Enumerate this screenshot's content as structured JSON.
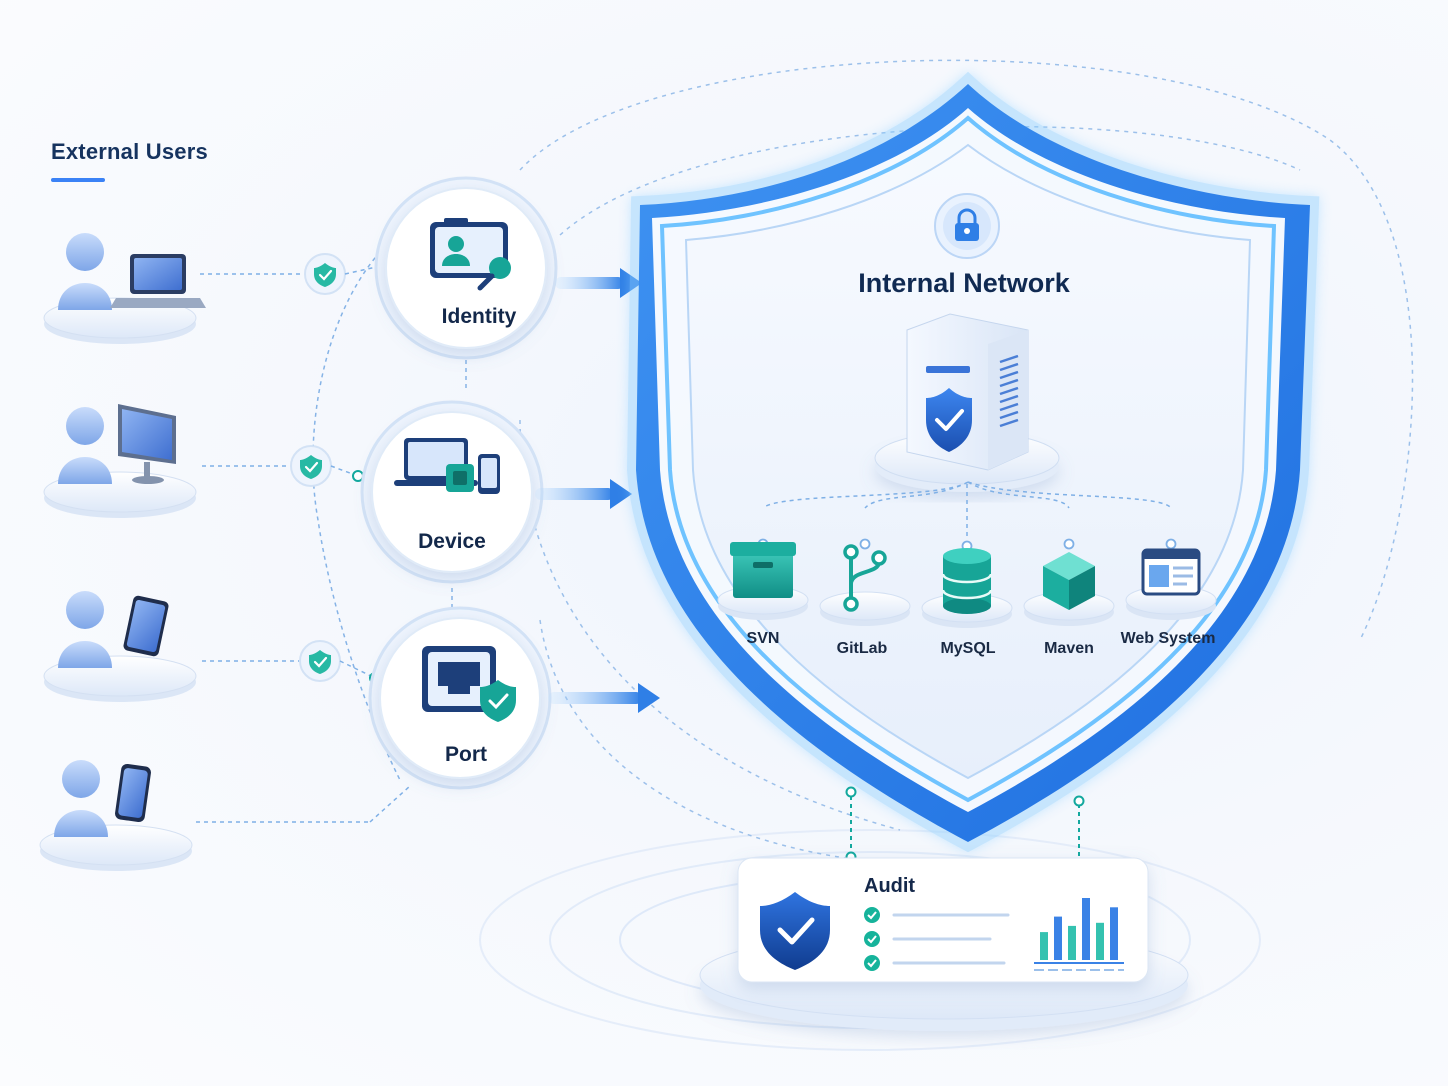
{
  "heading": "External Users",
  "external_users": [
    {
      "device": "laptop-icon"
    },
    {
      "device": "monitor-icon"
    },
    {
      "device": "tablet-icon"
    },
    {
      "device": "phone-icon"
    }
  ],
  "checks": [
    {
      "label": "Identity",
      "icon": "id-card-key-icon"
    },
    {
      "label": "Device",
      "icon": "devices-chip-icon"
    },
    {
      "label": "Port",
      "icon": "ethernet-port-check-icon"
    }
  ],
  "internal": {
    "title": "Internal Network",
    "lock_icon": "lock-icon",
    "server_icon": "server-shield-icon",
    "services": [
      {
        "label": "SVN",
        "icon": "box-icon"
      },
      {
        "label": "GitLab",
        "icon": "git-branch-icon"
      },
      {
        "label": "MySQL",
        "icon": "database-icon"
      },
      {
        "label": "Maven",
        "icon": "cube-icon"
      },
      {
        "label": "Web System",
        "icon": "browser-window-icon"
      }
    ]
  },
  "audit": {
    "label": "Audit",
    "shield_icon": "shield-check-icon",
    "bar_levels": [
      0.45,
      0.7,
      0.55,
      1.0,
      0.6,
      0.85
    ]
  },
  "colors": {
    "primary": "#2f80ed",
    "navy": "#17305a",
    "teal": "#13a89e",
    "shield_glow": "#60b8ff",
    "dashed": "#7fb0e6"
  }
}
